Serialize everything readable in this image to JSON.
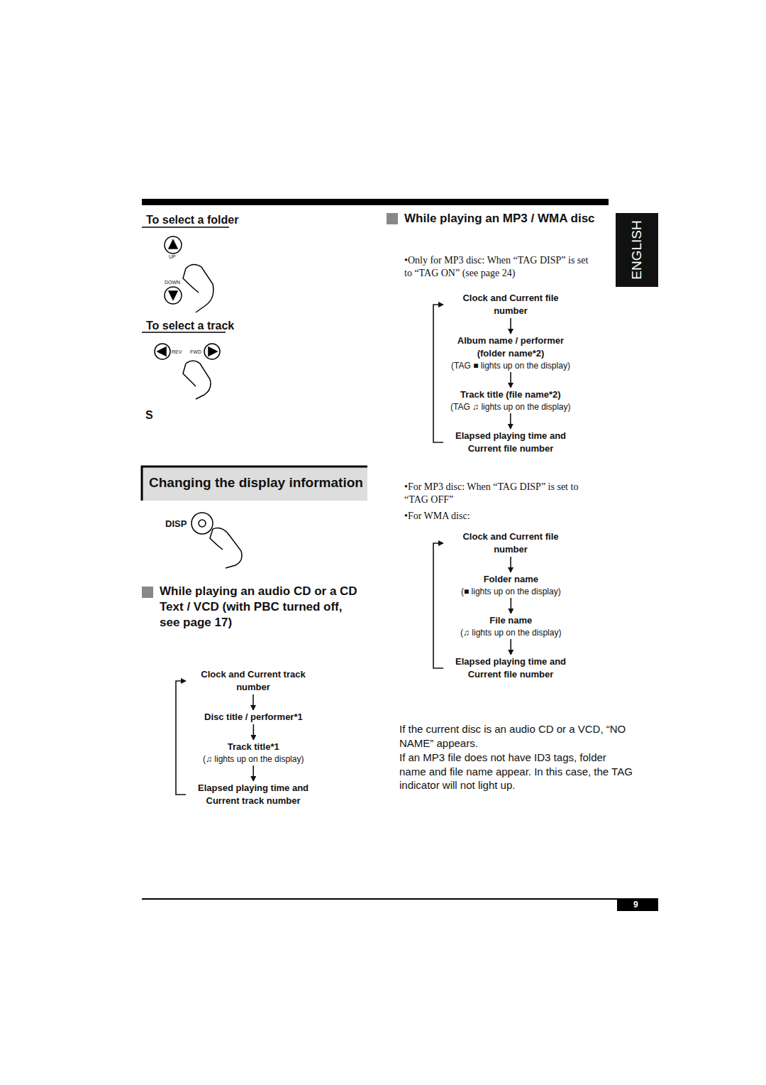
{
  "diagram": {
    "nodes": [
      {
        "text": [
          "ENGLISH"
        ]
      },
      {
        "text": [
          "Changing the display information"
        ]
      },
      {
        "text": [
          "Clock and Current track number"
        ]
      },
      {
        "text": [
          "Disc title / performer*1"
        ]
      },
      {
        "text": [
          "Track title*1",
          "(♫ lights up on the display)"
        ]
      },
      {
        "text": [
          "Elapsed playing time and Current track number"
        ]
      },
      {
        "text": [
          "Clock and Current file number"
        ]
      },
      {
        "text": [
          "Album name / performer (folder name*2)",
          "(TAG ■ lights up on the display)"
        ]
      },
      {
        "text": [
          "Track title (file name*2)",
          "(TAG ♫ lights up on the display)"
        ]
      },
      {
        "text": [
          "Elapsed playing time and Current file number"
        ]
      },
      {
        "text": [
          "Clock and Current file number"
        ]
      },
      {
        "text": [
          "Folder name",
          "(■ lights up on the display)"
        ]
      },
      {
        "text": [
          "File name",
          "(♫ lights up on the display)"
        ]
      },
      {
        "text": [
          "Elapsed playing time and Current file number"
        ]
      }
    ],
    "edges": [
      {
        "from": 2,
        "to": 3,
        "arrow": "to"
      },
      {
        "from": 3,
        "to": 4,
        "arrow": "to"
      },
      {
        "from": 4,
        "to": 5,
        "arrow": "to"
      },
      {
        "from": 5,
        "to": 2,
        "arrow": "to"
      },
      {
        "from": 6,
        "to": 7,
        "arrow": "to"
      },
      {
        "from": 7,
        "to": 8,
        "arrow": "to"
      },
      {
        "from": 8,
        "to": 9,
        "arrow": "to"
      },
      {
        "from": 9,
        "to": 6,
        "arrow": "to"
      },
      {
        "from": 10,
        "to": 11,
        "arrow": "to"
      },
      {
        "from": 11,
        "to": 12,
        "arrow": "to"
      },
      {
        "from": 12,
        "to": 13,
        "arrow": "to"
      },
      {
        "from": 13,
        "to": 10,
        "arrow": "to"
      }
    ],
    "labels": [
      "To select a folder",
      "UP",
      "DOWN",
      "To select a track",
      "REV",
      "FWD",
      "S",
      "DISP",
      "While playing an audio CD or a CD Text / VCD (with PBC turned off, see page 17)",
      "While playing an MP3 / WMA disc",
      "•Only for MP3 disc: When “TAG DISP” is set to “TAG ON” (see page 24)",
      "•For MP3 disc: When “TAG DISP” is set to “TAG OFF”",
      "•For WMA disc:",
      "If the current disc is an audio CD or a VCD, “NO NAME” appears.",
      "If an MP3 file does not have ID3 tags, folder name and file name appear. In this case, the TAG indicator will not light up.",
      "9"
    ]
  }
}
